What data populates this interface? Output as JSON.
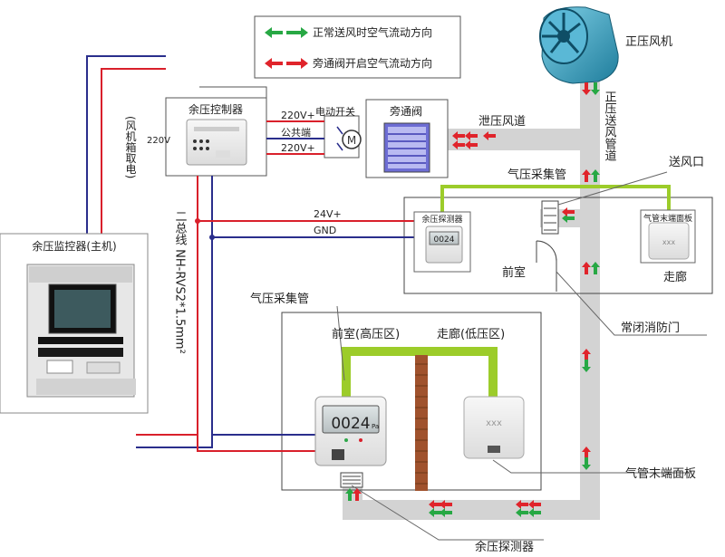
{
  "legend": {
    "normal_flow": "正常送风时空气流动方向",
    "bypass_flow": "旁通阀开启空气流动方向"
  },
  "labels": {
    "fan": "正压风机",
    "supply_duct": "正压送风管道",
    "relief_duct": "泄压风道",
    "supply_outlet": "送风口",
    "pressure_pipe_top": "气压采集管",
    "controller": "余压控制器",
    "controller_power": "220V",
    "fan_box_power": "(风机箱取电)",
    "electric_switch": "电动开关",
    "bypass_valve": "旁通阀",
    "wire_220_top": "220V+",
    "wire_common": "公共端",
    "wire_220_bottom": "220V+",
    "wire_24v": "24V+",
    "wire_gnd": "GND",
    "bus_line": "二总线 NH-RVS2*1.5mm²",
    "monitor": "余压监控器(主机)",
    "detector_small": "余压探测器",
    "anteroom_top": "前室",
    "corridor_top": "走廊",
    "end_panel_small": "气管末端面板",
    "fire_door": "常闭消防门",
    "pressure_pipe_mid": "气压采集管",
    "anteroom_high": "前室(高压区)",
    "corridor_low": "走廊(低压区)",
    "end_panel": "气管末端面板",
    "detector": "余压探测器",
    "display_value": "0024",
    "display_unit": "Pa"
  },
  "colors": {
    "wire_red": "#d9202b",
    "wire_blue": "#2a2e8c",
    "pipe_green": "#9ccc2a",
    "duct_gray": "#d3d3d3",
    "wall_brown": "#a0522d",
    "arrow_green": "#27a844",
    "arrow_red": "#e0242b"
  }
}
